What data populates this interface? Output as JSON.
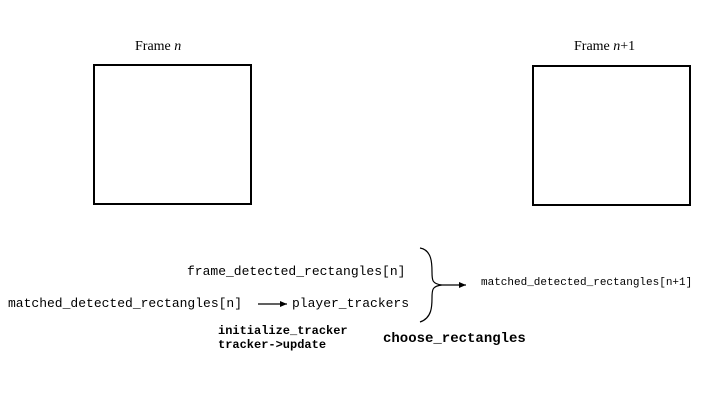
{
  "frames": [
    {
      "label_prefix": "Frame ",
      "label_var": "n",
      "label_suffix": ""
    },
    {
      "label_prefix": "Frame ",
      "label_var": "n",
      "label_suffix": "+1"
    }
  ],
  "inputs": {
    "frame_detected": "frame_detected_rectangles[n]",
    "matched_detected": "matched_detected_rectangles[n]",
    "player_trackers": "player_trackers"
  },
  "tracker_ops": {
    "line1": "initialize_tracker",
    "line2": "tracker->update"
  },
  "choose_label": "choose_rectangles",
  "output": "matched_detected_rectangles[n+1]"
}
